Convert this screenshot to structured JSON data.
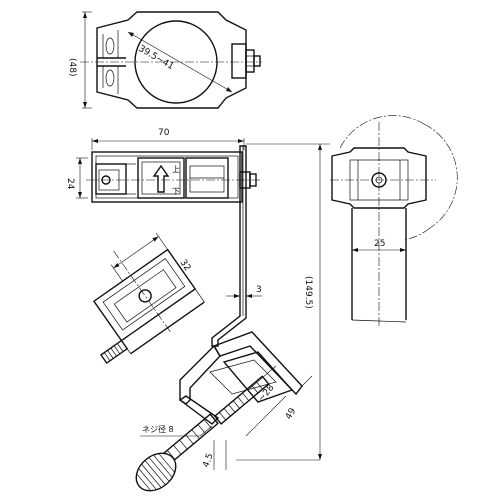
{
  "dimensions": {
    "height_top": "(48)",
    "clamp_range": "39.5~41",
    "width_total": "70",
    "height_mid": "24",
    "rod_width": "25",
    "bracket_clear": "32",
    "plate_thickness": "3",
    "overall_height": "(149.5)",
    "screw_dia": "~28",
    "clamp_depth": "49",
    "knob_offset": "4.5"
  },
  "labels": {
    "up": "上",
    "down": "下",
    "screw_label": "ネジ径 8"
  }
}
